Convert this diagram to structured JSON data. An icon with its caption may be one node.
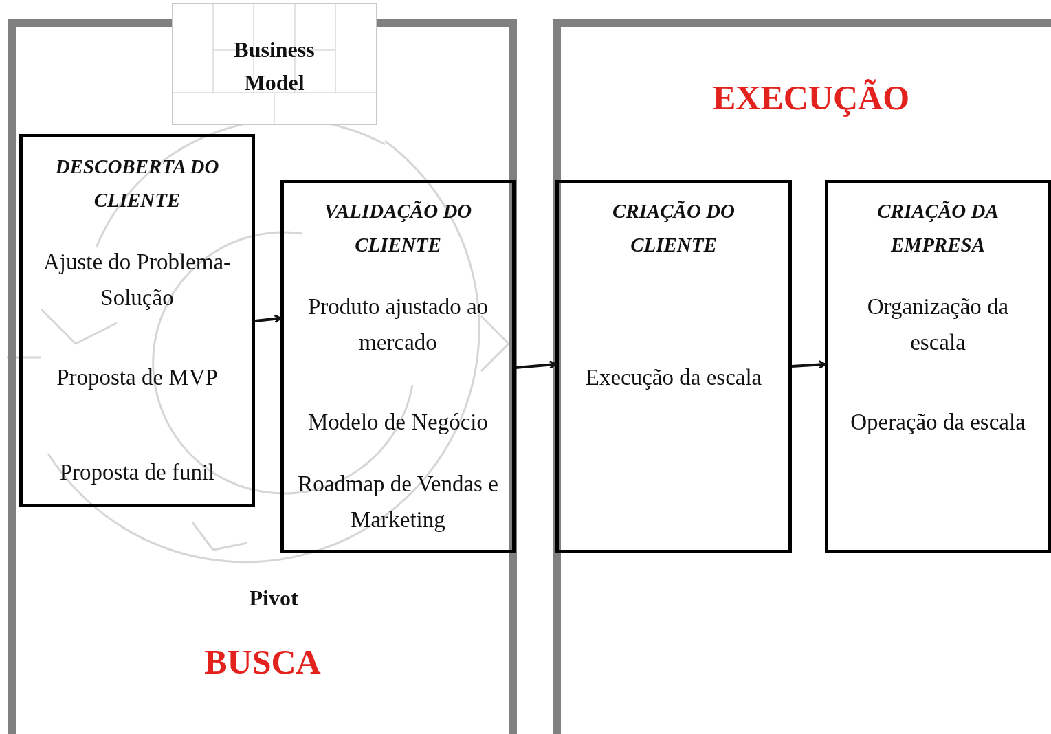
{
  "diagram": {
    "nodes": [
      {
        "text": [
          "BUSCA"
        ]
      },
      {
        "text": [
          "EXECUÇÃO"
        ]
      },
      {
        "text": [
          "Business Model"
        ],
        "in": 0
      },
      {
        "text": [
          "DESCOBERTA DO CLIENTE",
          "Ajuste do Problema-Solução",
          "Proposta de MVP",
          "Proposta de funil"
        ],
        "in": 0
      },
      {
        "text": [
          "VALIDAÇÃO DO CLIENTE",
          "Produto ajustado ao mercado",
          "Modelo de Negócio",
          "Roadmap de Vendas e Marketing"
        ],
        "in": 0
      },
      {
        "text": [
          "CRIAÇÃO DO CLIENTE",
          "Execução da escala"
        ],
        "in": 1
      },
      {
        "text": [
          "CRIAÇÃO DA EMPRESA",
          "Organização da escala",
          "Operação da escala"
        ],
        "in": 1
      }
    ],
    "edges": [
      {
        "from": 3,
        "to": 4,
        "arrow": "to"
      },
      {
        "from": 4,
        "to": 5,
        "arrow": "to"
      },
      {
        "from": 5,
        "to": 6,
        "arrow": "to"
      }
    ],
    "labels": [
      "Pivot"
    ]
  }
}
